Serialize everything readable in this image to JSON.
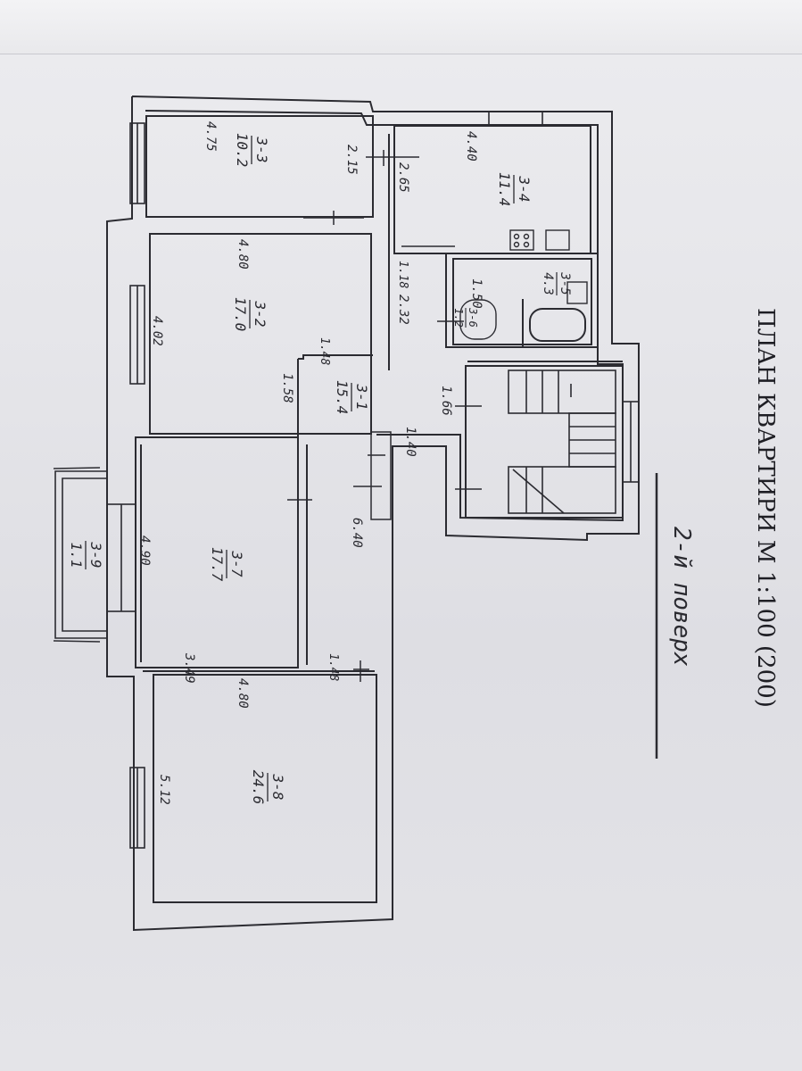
{
  "title": "ПЛАН КВАРТИРИ М 1:100 (200)",
  "floor_label": "2-й поверх",
  "rooms": [
    {
      "id": "3-3",
      "area": "10.2"
    },
    {
      "id": "3-4",
      "area": "11.4"
    },
    {
      "id": "3-2",
      "area": "17.0"
    },
    {
      "id": "3-5",
      "area": "4.3"
    },
    {
      "id": "3-6",
      "area": "1.2"
    },
    {
      "id": "3-1",
      "area": "15.4"
    },
    {
      "id": "3-7",
      "area": "17.7"
    },
    {
      "id": "3-9",
      "area": "1.1"
    },
    {
      "id": "3-8",
      "area": "24.6"
    }
  ],
  "dimensions": [
    "4.75",
    "2.15",
    "2.65",
    "4.40",
    "4.80",
    "1.18",
    "2.32",
    "1.50",
    "4.02",
    "1.48",
    "1.58",
    "1.66",
    "1.40",
    "6.40",
    "4.90",
    "3.49",
    "1.48",
    "4.80",
    "5.12"
  ]
}
